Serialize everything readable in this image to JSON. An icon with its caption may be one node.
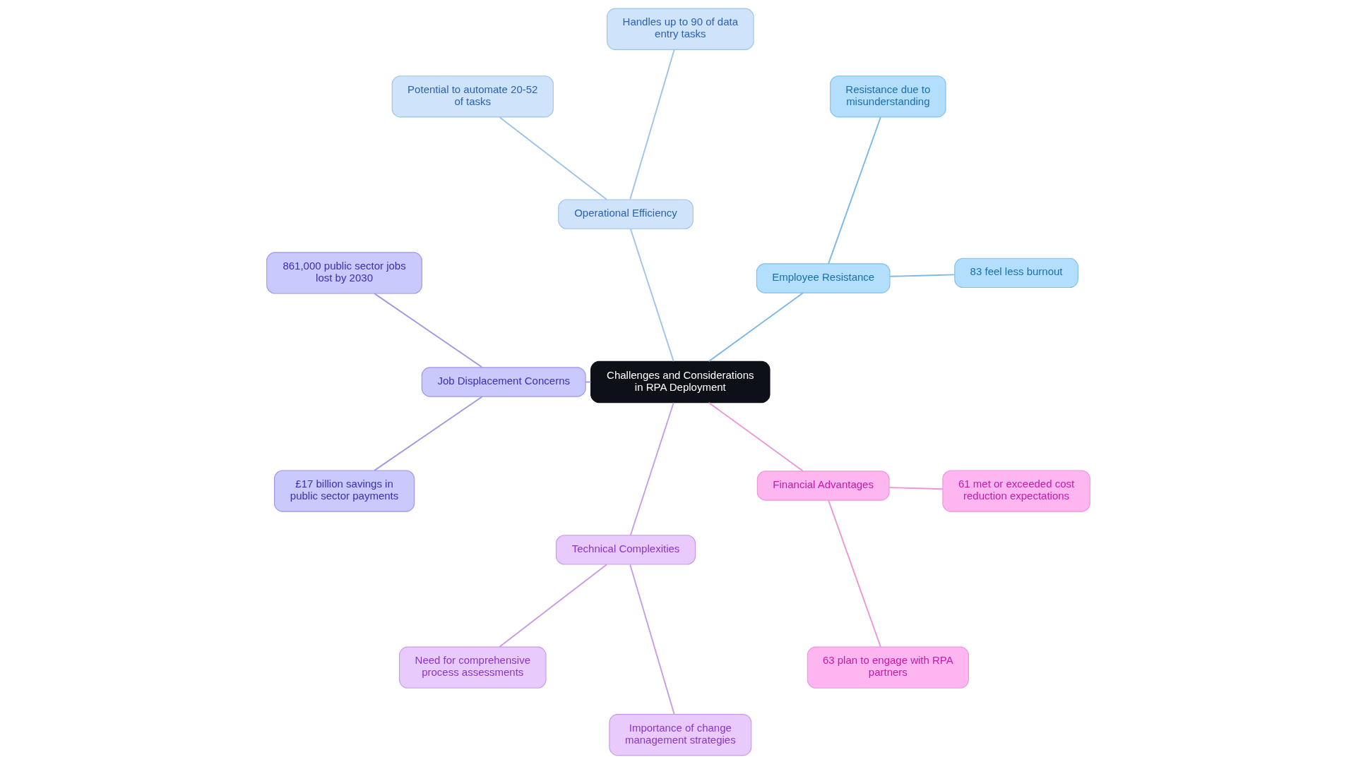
{
  "diagram": {
    "nodes": [
      {
        "text": [
          "Challenges and Considerations in RPA Deployment"
        ]
      },
      {
        "text": [
          "Employee Resistance"
        ]
      },
      {
        "text": [
          "83 feel less burnout"
        ]
      },
      {
        "text": [
          "Resistance due to misunderstanding"
        ]
      },
      {
        "text": [
          "Operational Efficiency"
        ]
      },
      {
        "text": [
          "Handles up to 90 of data entry tasks"
        ]
      },
      {
        "text": [
          "Potential to automate 20-52 of tasks"
        ]
      },
      {
        "text": [
          "Job Displacement Concerns"
        ]
      },
      {
        "text": [
          "861,000 public sector jobs lost by 2030"
        ]
      },
      {
        "text": [
          "£17 billion savings in public sector payments"
        ]
      },
      {
        "text": [
          "Technical Complexities"
        ]
      },
      {
        "text": [
          "Need for comprehensive process assessments"
        ]
      },
      {
        "text": [
          "Importance of change management strategies"
        ]
      },
      {
        "text": [
          "Financial Advantages"
        ]
      },
      {
        "text": [
          "63 plan to engage with RPA partners"
        ]
      },
      {
        "text": [
          "61 met or exceeded cost reduction expectations"
        ]
      }
    ],
    "edges": [
      {
        "from": 0,
        "to": 1,
        "arrow": "none",
        "color": "#7ab8e8"
      },
      {
        "from": 1,
        "to": 2,
        "arrow": "none",
        "color": "#7ab8e8"
      },
      {
        "from": 1,
        "to": 3,
        "arrow": "none",
        "color": "#7ab8e8"
      },
      {
        "from": 0,
        "to": 4,
        "arrow": "none",
        "color": "#9cc3ea"
      },
      {
        "from": 4,
        "to": 5,
        "arrow": "none",
        "color": "#9cc3ea"
      },
      {
        "from": 4,
        "to": 6,
        "arrow": "none",
        "color": "#9cc3ea"
      },
      {
        "from": 0,
        "to": 7,
        "arrow": "none",
        "color": "#9d98e8"
      },
      {
        "from": 7,
        "to": 8,
        "arrow": "none",
        "color": "#9d98e8"
      },
      {
        "from": 7,
        "to": 9,
        "arrow": "none",
        "color": "#9d98e8"
      },
      {
        "from": 0,
        "to": 10,
        "arrow": "none",
        "color": "#c79be8"
      },
      {
        "from": 10,
        "to": 11,
        "arrow": "none",
        "color": "#c79be8"
      },
      {
        "from": 10,
        "to": 12,
        "arrow": "none",
        "color": "#c79be8"
      },
      {
        "from": 0,
        "to": 13,
        "arrow": "none",
        "color": "#ec96d8"
      },
      {
        "from": 13,
        "to": 14,
        "arrow": "none",
        "color": "#ec96d8"
      },
      {
        "from": 13,
        "to": 15,
        "arrow": "none",
        "color": "#ec96d8"
      }
    ]
  }
}
